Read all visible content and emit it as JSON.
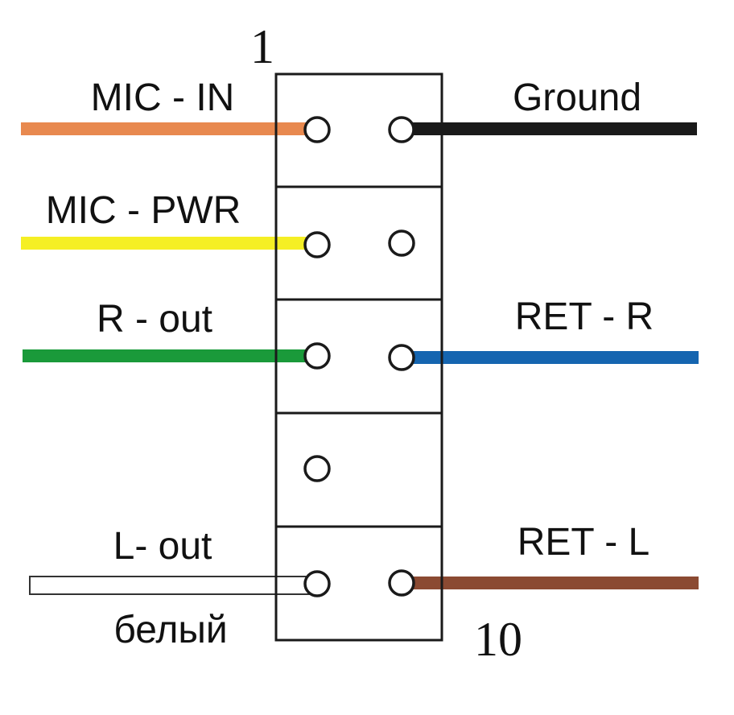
{
  "pin_numbers": {
    "first": "1",
    "last": "10"
  },
  "wires": [
    {
      "id": "mic-in",
      "label": "MIC - IN",
      "color": "#e8894f"
    },
    {
      "id": "ground",
      "label": "Ground",
      "color": "#1a1a1a"
    },
    {
      "id": "mic-pwr",
      "label": "MIC - PWR",
      "color": "#f5ef24"
    },
    {
      "id": "r-out",
      "label": "R - out",
      "color": "#1a9a3a"
    },
    {
      "id": "ret-r",
      "label": "RET - R",
      "color": "#1565b0"
    },
    {
      "id": "l-out",
      "label": "L- out",
      "color": "#ffffff",
      "color_note": "белый"
    },
    {
      "id": "ret-l",
      "label": "RET - L",
      "color": "#8b4a32"
    }
  ]
}
